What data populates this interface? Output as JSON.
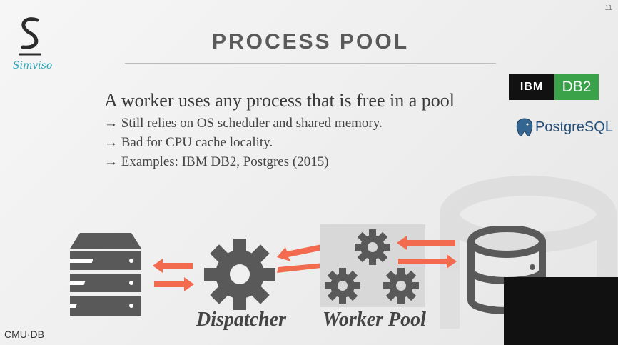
{
  "slide": {
    "page_number": "11",
    "title": "PROCESS POOL",
    "heading": "A worker uses any process that is free in a pool",
    "bullets": [
      "→ Still relies on OS scheduler and shared memory.",
      "→ Bad for CPU cache locality.",
      "→ Examples: IBM DB2, Postgres (2015)"
    ]
  },
  "logos": {
    "simviso": "Simviso",
    "ibm": "IBM",
    "db2": "DB2",
    "postgresql": "PostgreSQL",
    "cmu_db": "CMU·DB"
  },
  "diagram": {
    "dispatcher_label": "Dispatcher",
    "worker_pool_label": "Worker Pool"
  },
  "colors": {
    "arrow": "#f26b4f",
    "icon_gray": "#595959",
    "accent": "#2aa7b5"
  }
}
